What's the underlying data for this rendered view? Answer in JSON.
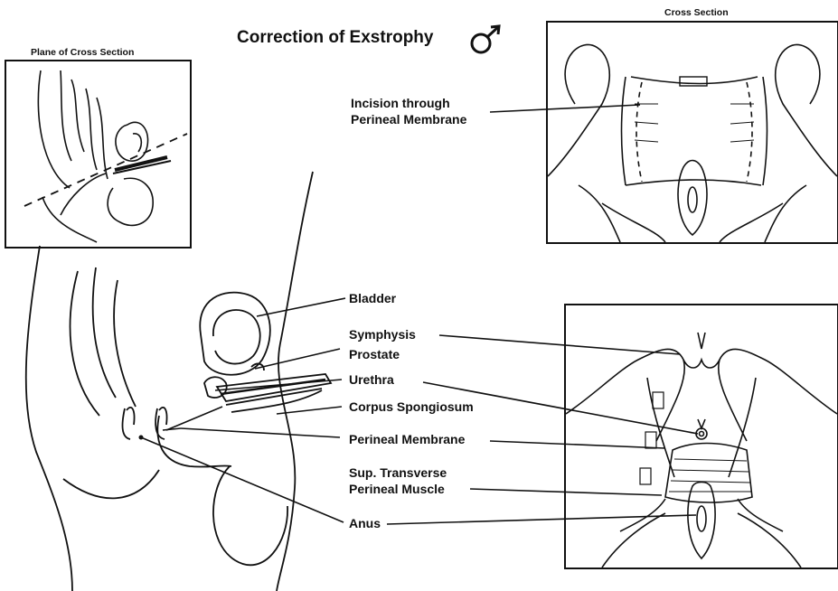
{
  "title": "Correction of Exstrophy",
  "inset_labels": {
    "plane_of_cross_section": "Plane of Cross Section",
    "cross_section": "Cross Section"
  },
  "callouts": {
    "incision_line1": "Incision through",
    "incision_line2": "Perineal Membrane",
    "bladder": "Bladder",
    "symphysis": "Symphysis",
    "prostate": "Prostate",
    "urethra": "Urethra",
    "corpus_spongiosum": "Corpus Spongiosum",
    "perineal_membrane": "Perineal Membrane",
    "sup_transverse_line1": "Sup. Transverse",
    "sup_transverse_line2": "Perineal Muscle",
    "anus": "Anus"
  },
  "icons": [
    "male-symbol-icon"
  ],
  "colors": {
    "ink": "#111111",
    "background": "#ffffff"
  }
}
